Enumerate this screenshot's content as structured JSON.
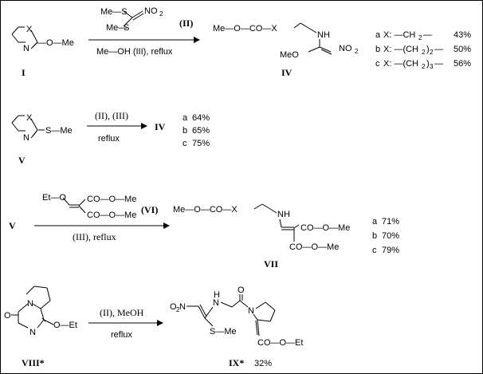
{
  "scheme1": {
    "reagent_ii_top": "Me—S",
    "reagent_ii_no2": "NO",
    "reagent_ii_bottom": "S",
    "reagent_ii_label": "(II)",
    "conditions": "Me—OH  (III), reflux",
    "start_label": "I",
    "start_group": "—O—Me",
    "ring_x": "X",
    "ring_n": "N",
    "product_chain": "Me—O—CO—X",
    "product_nh": "NH",
    "product_meo": "MeO",
    "product_no2": "NO",
    "product_label": "IV",
    "yields": [
      {
        "letter": "a",
        "x_group": "X: —CH",
        "sub": "2",
        "tail": "—",
        "yield": "43%"
      },
      {
        "letter": "b",
        "x_group": "X: —(CH",
        "sub": "2",
        "tail": ")",
        "sub2": "2",
        "tail2": "—",
        "yield": "50%"
      },
      {
        "letter": "c",
        "x_group": "X: —(CH",
        "sub": "2",
        "tail": ")",
        "sub2": "3",
        "tail2": "—",
        "yield": "56%"
      }
    ]
  },
  "scheme2": {
    "start_label": "V",
    "start_group": "S—Me",
    "ring_x": "X",
    "ring_n": "N",
    "reagents": "(II), (III)",
    "conditions": "reflux",
    "product": "IV",
    "yields": [
      {
        "letter": "a",
        "yield": "64%"
      },
      {
        "letter": "b",
        "yield": "65%"
      },
      {
        "letter": "c",
        "yield": "75%"
      }
    ]
  },
  "scheme3": {
    "start_label": "V",
    "reagent_eto": "Et—O",
    "reagent_top": "CO—O—Me",
    "reagent_bottom": "CO—O—Me",
    "reagent_label": "(VI)",
    "conditions": "(III), reflux",
    "product_chain": "Me—O—CO—X",
    "product_nh": "NH",
    "product_top": "CO—O—Me",
    "product_bottom": "CO—O—Me",
    "product_label": "VII",
    "yields": [
      {
        "letter": "a",
        "yield": "71%"
      },
      {
        "letter": "b",
        "yield": "70%"
      },
      {
        "letter": "c",
        "yield": "79%"
      }
    ]
  },
  "scheme4": {
    "start_label": "VIII*",
    "start_o": "O",
    "start_n_top": "N",
    "start_n_bottom": "N",
    "start_group": "O—Et",
    "reagents": "(II), MeOH",
    "conditions": "reflux",
    "product_o2n": "O",
    "product_o2n_sub": "2",
    "product_o2n_tail": "N",
    "product_nh": "N",
    "product_h": "H",
    "product_o": "O",
    "product_n": "N",
    "product_sme": "S—Me",
    "product_ester": "CO—O—Et",
    "product_label": "IX*",
    "product_yield": "32%"
  }
}
